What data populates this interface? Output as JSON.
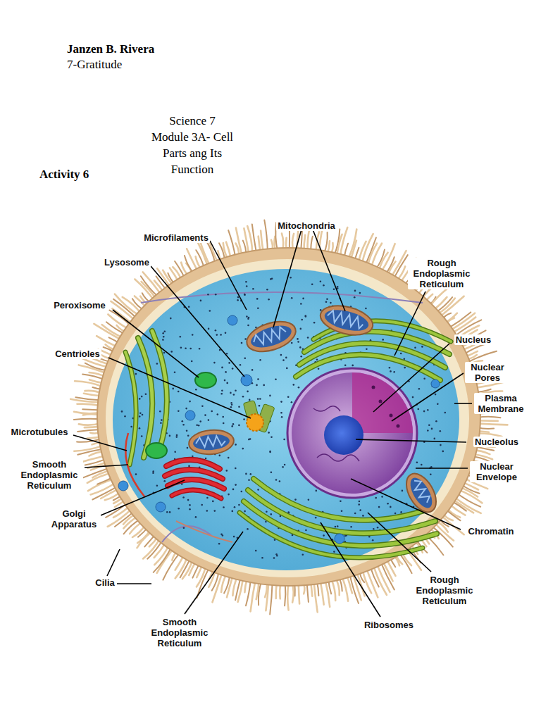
{
  "diagram": {
    "labels": [
      "Janzen B. Rivera",
      "7-Gratitude",
      "Science 7",
      "Module 3A- Cell Parts ang Its Function",
      "Activity 6",
      "Microfilaments",
      "Mitochondria",
      "Lysosome",
      "Rough Endoplasmic Reticulum",
      "Peroxisome",
      "Nucleus",
      "Centrioles",
      "Nuclear Pores",
      "Plasma Membrane",
      "Microtubules",
      "Nucleolus",
      "Smooth Endoplasmic Reticulum",
      "Nuclear Envelope",
      "Golgi Apparatus",
      "Chromatin",
      "Cilia",
      "Rough Endoplasmic Reticulum",
      "Ribosomes",
      "Smooth Endoplasmic Reticulum"
    ]
  }
}
